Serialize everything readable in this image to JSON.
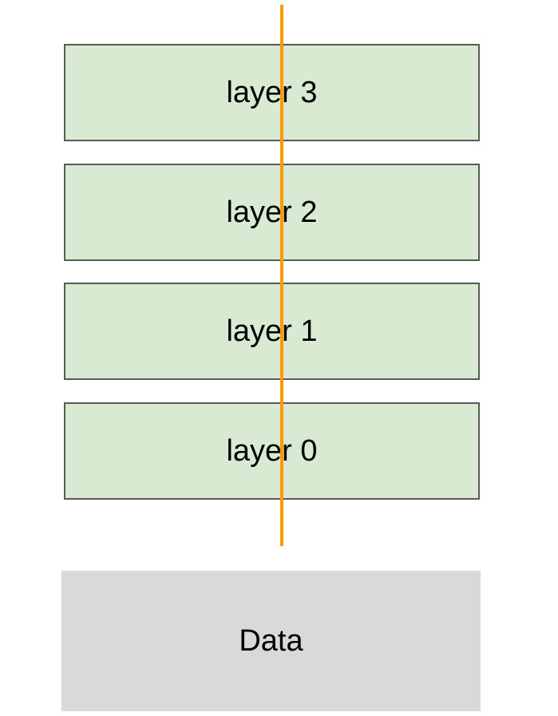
{
  "layers": [
    {
      "label": "layer 3"
    },
    {
      "label": "layer 2"
    },
    {
      "label": "layer 1"
    },
    {
      "label": "layer 0"
    }
  ],
  "data_block": {
    "label": "Data"
  },
  "colors": {
    "layer_fill": "#d9ead3",
    "layer_border": "#595959",
    "data_fill": "#d9d9d9",
    "line": "#ff9900"
  }
}
